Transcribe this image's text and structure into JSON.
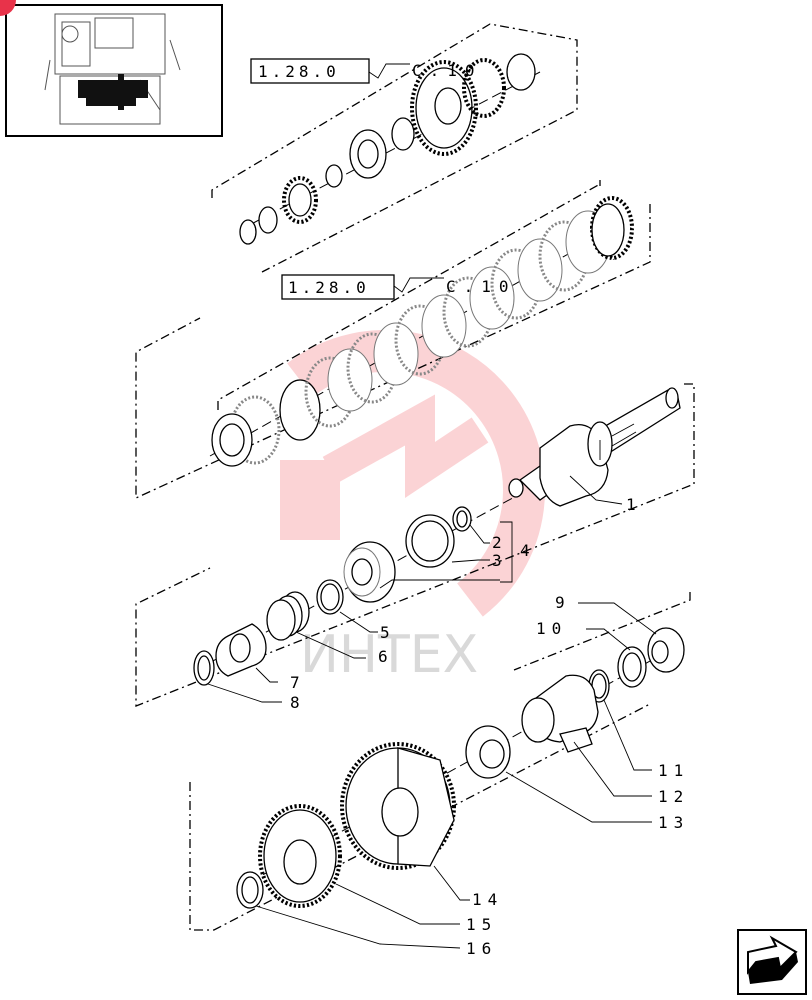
{
  "references": [
    {
      "code": "1.28.0",
      "sub": "C.10"
    },
    {
      "code": "1.28.0",
      "sub": "C.10"
    }
  ],
  "callouts": [
    "1",
    "2",
    "3",
    "4",
    "5",
    "6",
    "7",
    "8",
    "9",
    "10",
    "11",
    "12",
    "13",
    "14",
    "15",
    "16"
  ],
  "watermark": "ИНТЕХ",
  "colors": {
    "watermark": "#ee3a43",
    "line": "#000000"
  },
  "icons": {
    "thumbnail": "assembly-thumbnail",
    "nav": "next-page-arrow-icon"
  }
}
